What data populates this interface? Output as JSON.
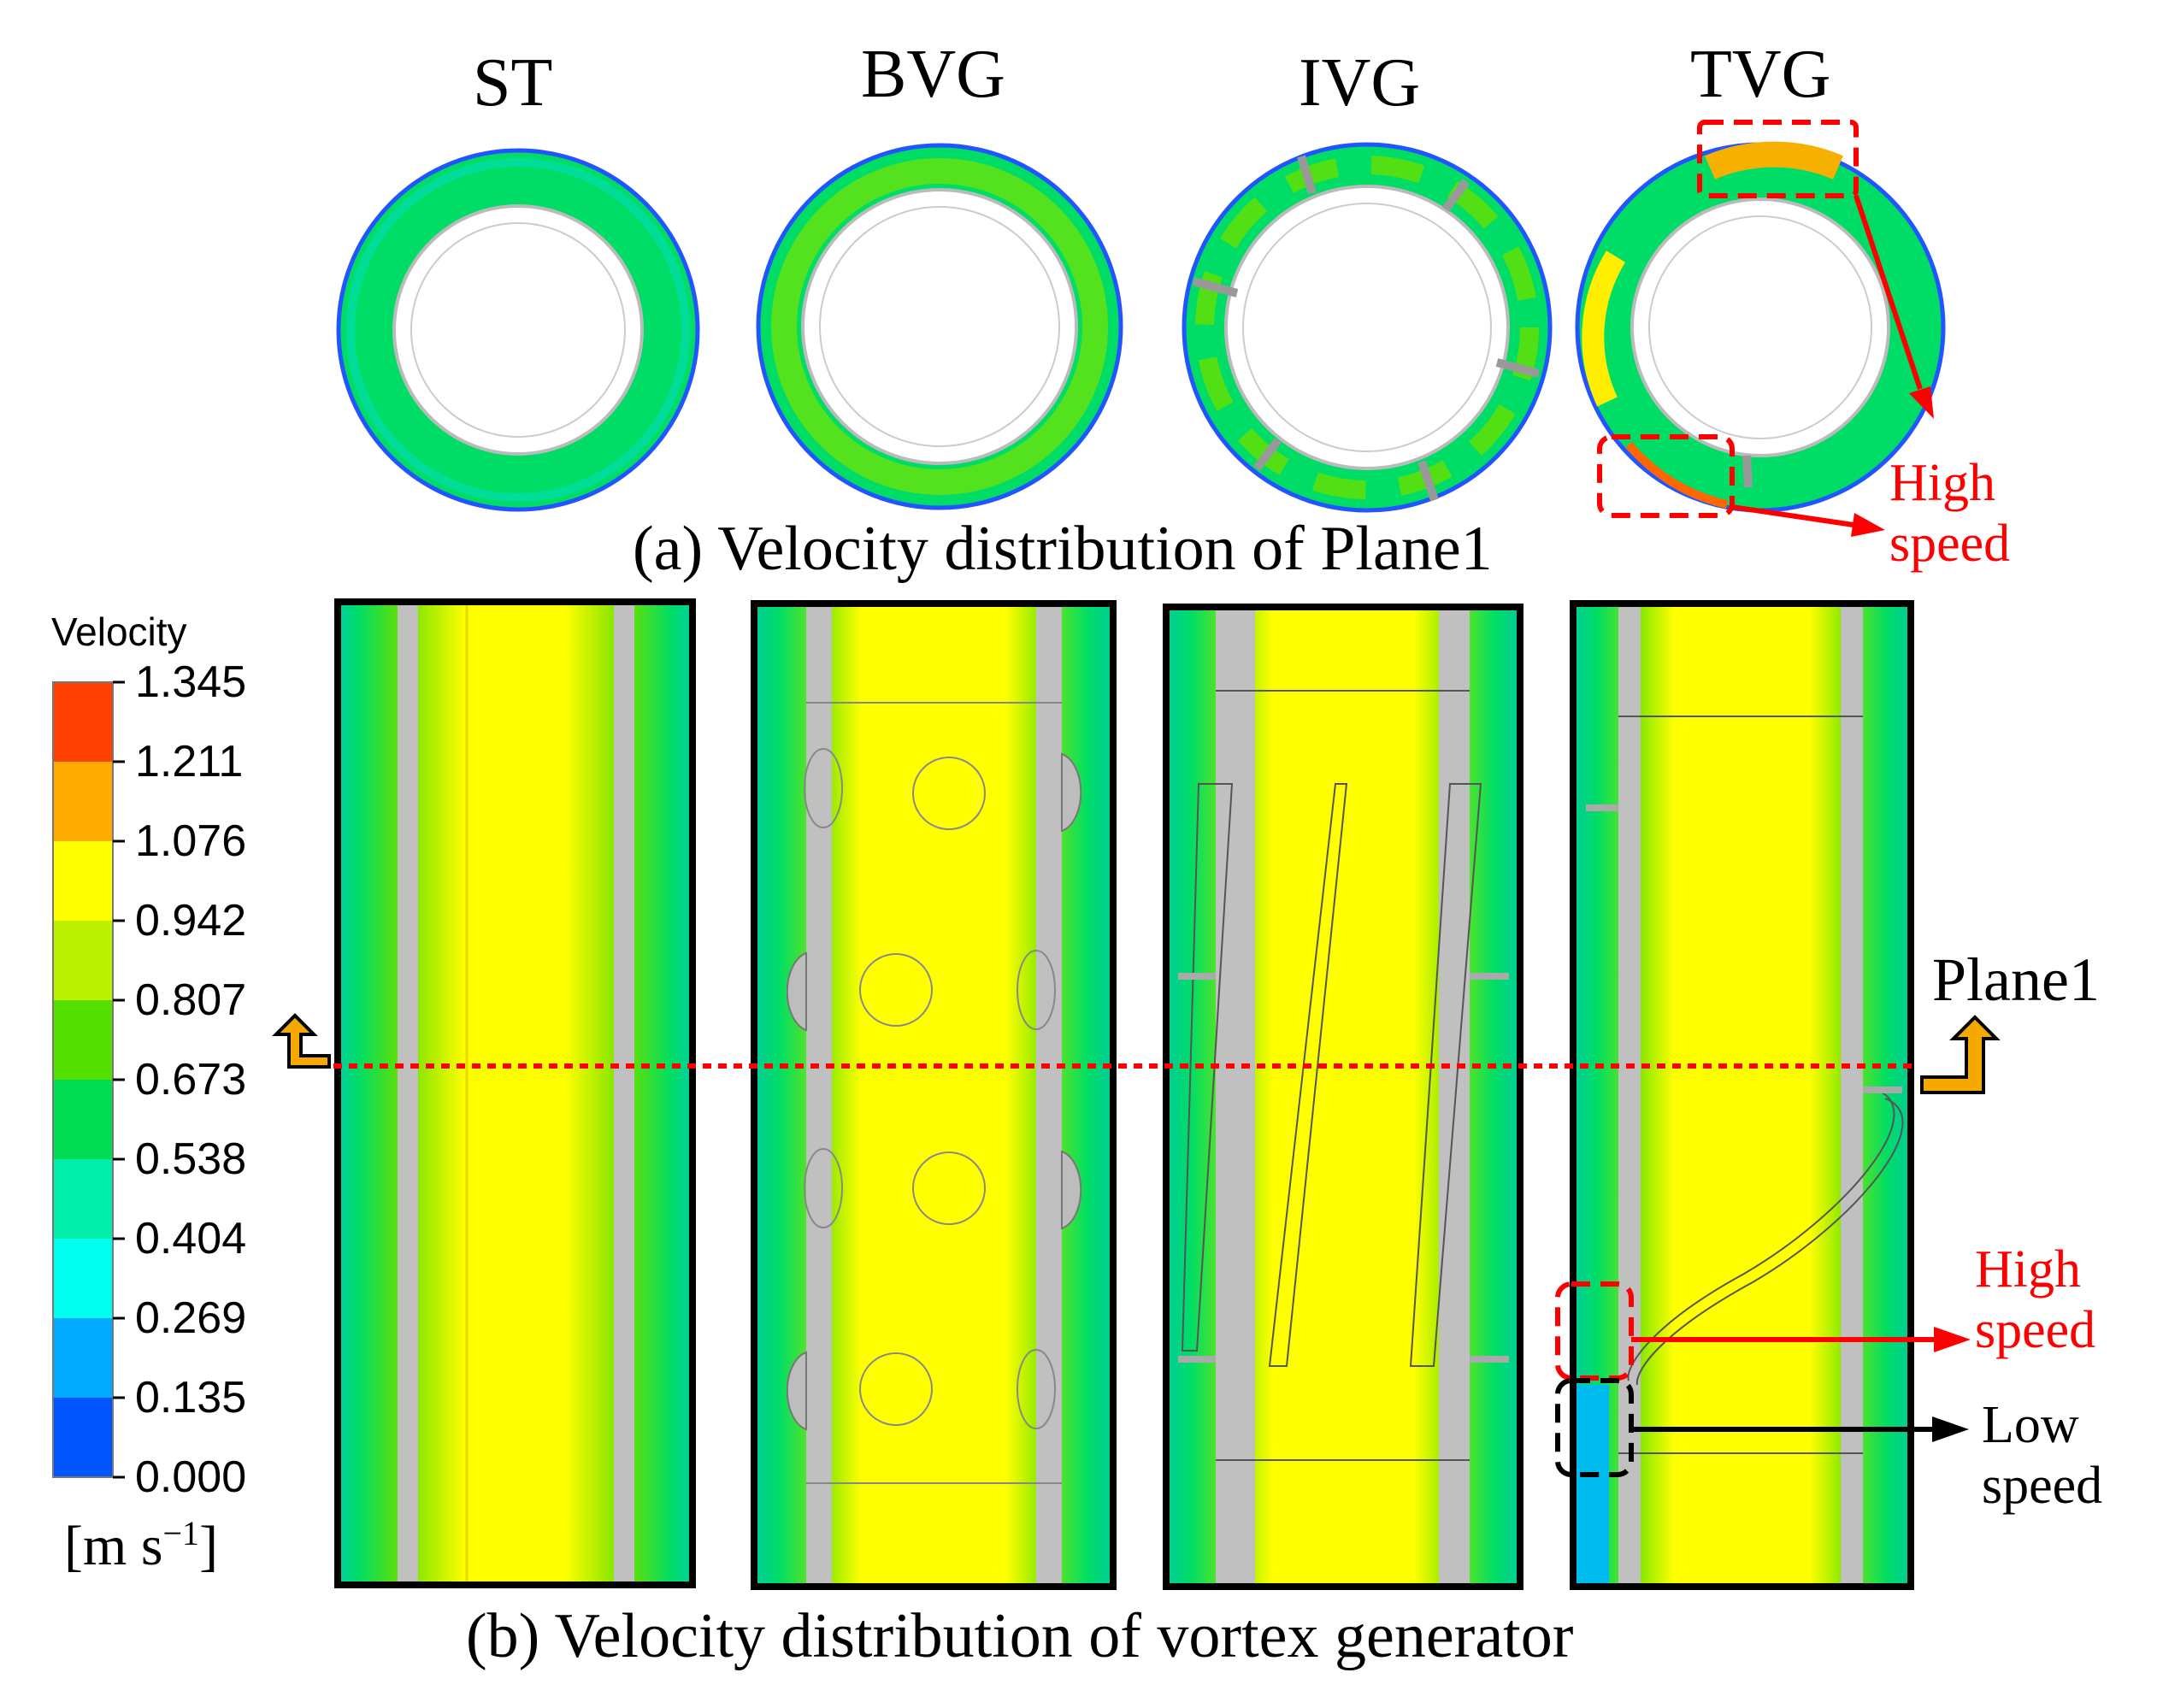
{
  "plane_views": {
    "labels": [
      "ST",
      "BVG",
      "IVG",
      "TVG"
    ],
    "caption": "(a) Velocity distribution of Plane1"
  },
  "vertical_views": {
    "caption": "(b) Velocity distribution of vortex generator"
  },
  "annotations": {
    "high_speed_top": [
      "High",
      "speed"
    ],
    "high_speed_bottom": [
      "High",
      "speed"
    ],
    "low_speed": [
      "Low",
      "speed"
    ],
    "plane_marker": "Plane1"
  },
  "legend": {
    "title": "Velocity",
    "ticks": [
      "1.345",
      "1.211",
      "1.076",
      "0.942",
      "0.807",
      "0.673",
      "0.538",
      "0.404",
      "0.269",
      "0.135",
      "0.000"
    ],
    "colors": [
      "#ff4000",
      "#ffaa00",
      "#ffff00",
      "#bbf200",
      "#55e000",
      "#00dd55",
      "#00eeaa",
      "#00ffee",
      "#00aaff",
      "#0055ff"
    ],
    "unit_main": "[m s",
    "unit_sup": "−1",
    "unit_end": "]"
  },
  "colors": {
    "annotation": "#ff0000",
    "section_line": "#ff0000",
    "plane_arrow": "#f5a800",
    "frame": "#000000",
    "tube_wall": "#c0c0c0"
  }
}
